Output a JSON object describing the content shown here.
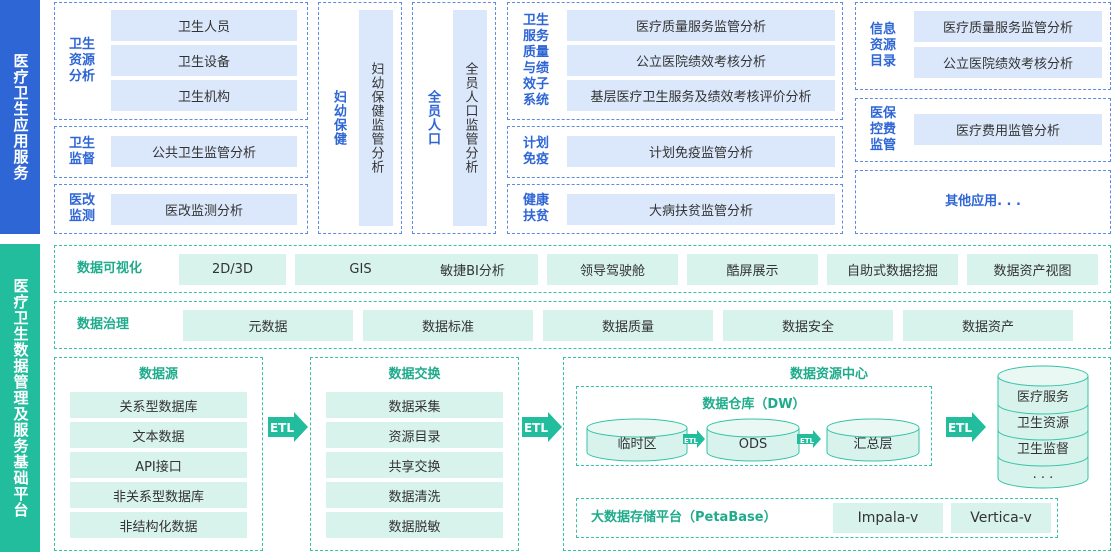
{
  "app_services": {
    "sidebar": "医疗卫生应用服务",
    "health_resources": {
      "label": "卫生资源分析",
      "items": [
        "卫生人员",
        "卫生设备",
        "卫生机构"
      ]
    },
    "health_supervision": {
      "label": "卫生监督",
      "item": "公共卫生监管分析"
    },
    "reform_monitoring": {
      "label": "医改监测",
      "item": "医改监测分析"
    },
    "maternal_child": {
      "label": "妇幼保健",
      "item": "妇幼保健监管分析"
    },
    "population": {
      "label": "全员人口",
      "item": "全员人口监管分析"
    },
    "health_service_quality": {
      "label": "卫生服务质量与绩效子系统",
      "items": [
        "医疗质量服务监管分析",
        "公立医院绩效考核分析",
        "基层医疗卫生服务及绩效考核评价分析"
      ]
    },
    "immunization": {
      "label": "计划免疫",
      "item": "计划免疫监管分析"
    },
    "poverty": {
      "label": "健康扶贫",
      "item": "大病扶贫监管分析"
    },
    "info_resources": {
      "label": "信息资源目录",
      "items": [
        "医疗质量服务监管分析",
        "公立医院绩效考核分析"
      ]
    },
    "insurance": {
      "label": "医保控费监管",
      "item": "医疗费用监管分析"
    },
    "other": "其他应用. . ."
  },
  "data_platform": {
    "sidebar": "医疗卫生数据管理及服务基础平台",
    "visualization": {
      "label": "数据可视化",
      "items": [
        "2D/3D",
        "GIS",
        "敏捷BI分析",
        "领导驾驶舱",
        "酷屏展示",
        "自助式数据挖掘",
        "数据资产视图"
      ]
    },
    "governance": {
      "label": "数据治理",
      "items": [
        "元数据",
        "数据标准",
        "数据质量",
        "数据安全",
        "数据资产"
      ]
    },
    "data_source": {
      "title": "数据源",
      "items": [
        "关系型数据库",
        "文本数据",
        "API接口",
        "非关系型数据库",
        "非结构化数据"
      ]
    },
    "data_exchange": {
      "title": "数据交换",
      "items": [
        "数据采集",
        "资源目录",
        "共享交换",
        "数据清洗",
        "数据脱敏"
      ]
    },
    "resource_center": {
      "title": "数据资源中心",
      "warehouse": {
        "title": "数据仓库（DW）",
        "stages": [
          "临时区",
          "ODS",
          "汇总层"
        ]
      },
      "bigdata": {
        "title": "大数据存储平台（PetaBase）",
        "items": [
          "Impala-v",
          "Vertica-v"
        ]
      }
    },
    "output_cylinder": [
      "医疗服务",
      "卫生资源",
      "卫生监督",
      ". . ."
    ],
    "etl": "ETL"
  },
  "colors": {
    "blue": "#2f66d6",
    "teal": "#21bd9d",
    "light_blue": "#dbe8fb",
    "light_teal": "#d8f3ec"
  }
}
